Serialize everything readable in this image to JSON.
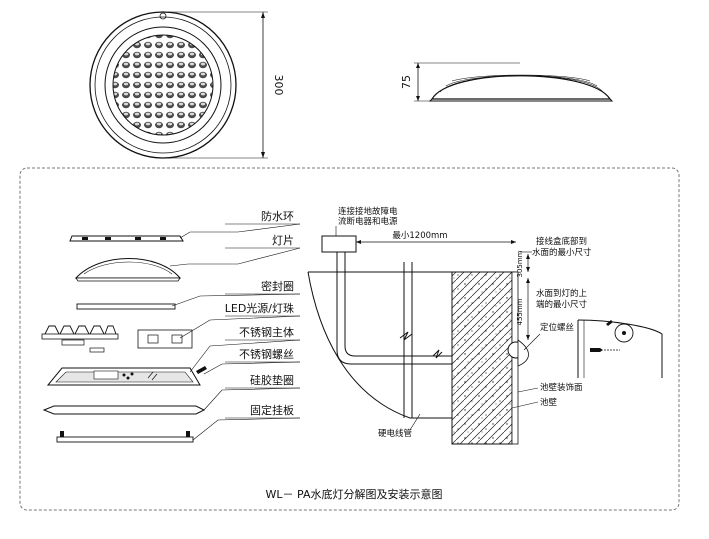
{
  "top_view": {
    "dimension": "300"
  },
  "side_view": {
    "dimension": "75"
  },
  "exploded_labels": [
    "防水环",
    "灯片",
    "密封圈",
    "LED光源/灯珠",
    "不锈钢主体",
    "不锈钢螺丝",
    "硅胶垫圈",
    "固定挂板"
  ],
  "install": {
    "breaker_line1": "连接接地故障电",
    "breaker_line2": "流断电器和电源",
    "min_distance": "最小1200mm",
    "box_depth_line1": "接线盒底部到",
    "box_depth_line2": "水面的最小尺寸",
    "dim_305": "305mm",
    "water_to_light_line1": "水面到灯的上",
    "water_to_light_line2": "端的最小尺寸",
    "dim_455": "455mm",
    "positioning_screw": "定位螺丝",
    "wall_trim": "池壁装饰面",
    "pool_wall": "池壁",
    "conduit": "硬电线管"
  },
  "caption": "WL－ PA水底灯分解图及安装示意图"
}
